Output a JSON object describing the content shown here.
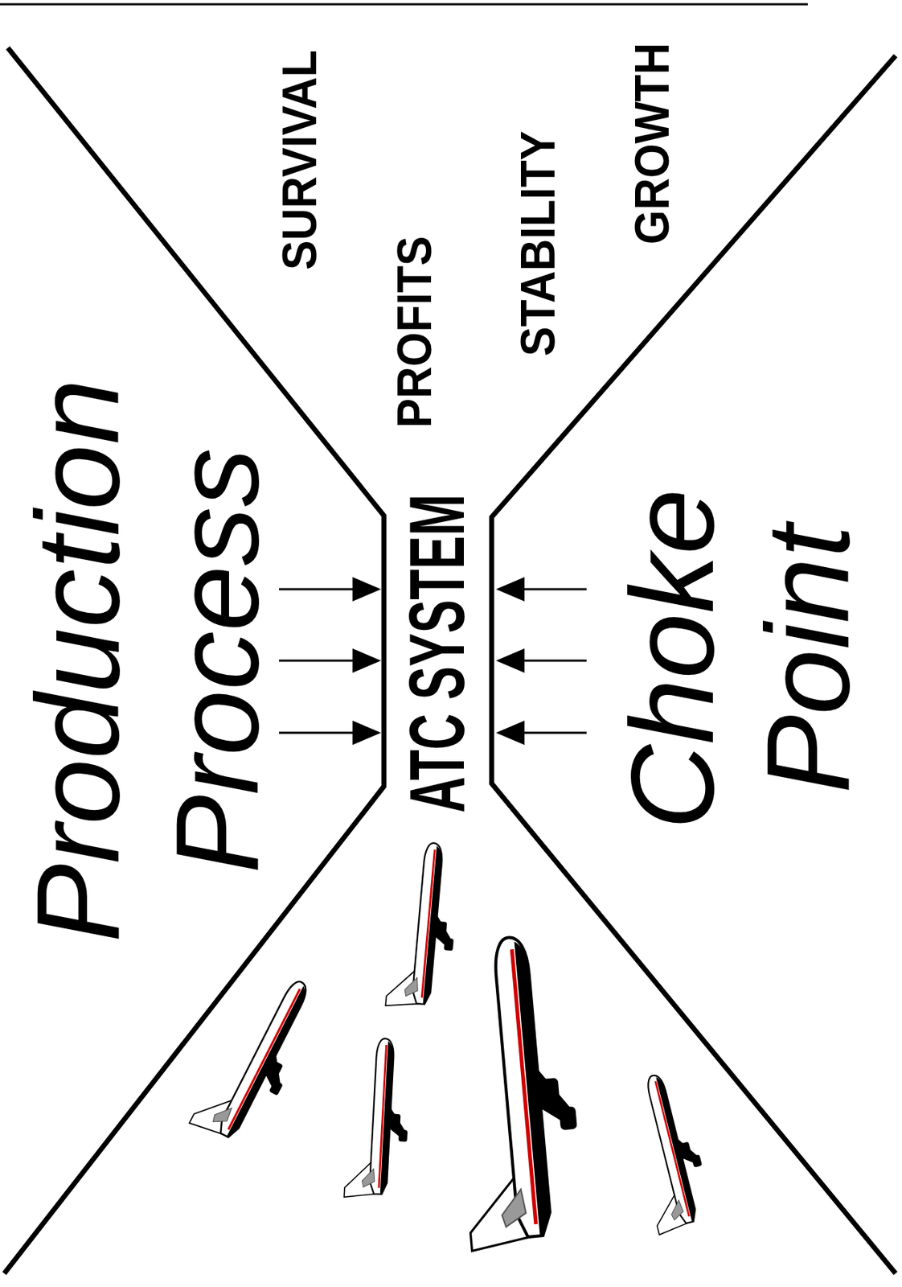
{
  "diagram": {
    "nodes": [
      {
        "text": [
          "ATC SYSTEM"
        ]
      }
    ],
    "labels": [
      "Production Process",
      "Choke Point",
      "SURVIVAL",
      "PROFITS",
      "STABILITY",
      "GROWTH"
    ]
  }
}
